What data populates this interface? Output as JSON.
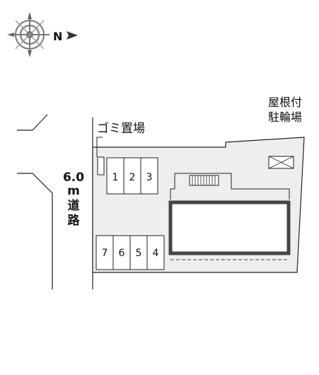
{
  "compass": {
    "north_label": "N",
    "icon": "compass-rose-icon"
  },
  "road": {
    "width_value": "6.0",
    "width_unit": "m",
    "label_line1": "道",
    "label_line2": "路"
  },
  "labels": {
    "garbage": "ゴミ置場",
    "bicycle_line1": "屋根付",
    "bicycle_line2": "駐輪場"
  },
  "parking_top": [
    "1",
    "2",
    "3"
  ],
  "parking_bottom": [
    "7",
    "6",
    "5",
    "4"
  ],
  "colors": {
    "lot_fill": "#eeeeee",
    "building_border": "#444444",
    "line": "#222222"
  }
}
